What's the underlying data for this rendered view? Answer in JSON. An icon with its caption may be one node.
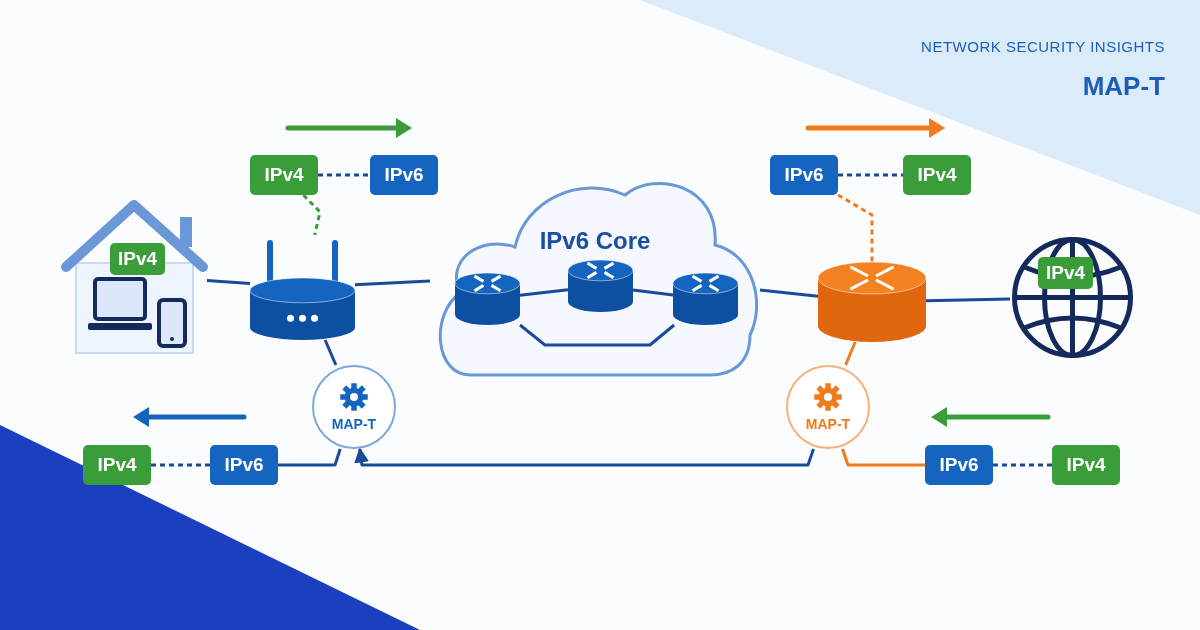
{
  "diagram": {
    "title": "MAP-T",
    "nodes": [
      {
        "text": [
          "IPv4"
        ]
      },
      {
        "text": [],
        "shape": "picture"
      },
      {
        "text": [
          "IPv6 Core"
        ]
      },
      {
        "text": [],
        "shape": "picture",
        "in": 2
      },
      {
        "text": [],
        "shape": "picture",
        "in": 2
      },
      {
        "text": [],
        "shape": "picture",
        "in": 2
      },
      {
        "text": [],
        "shape": "picture"
      },
      {
        "text": [
          "IPv4"
        ]
      },
      {
        "text": [
          "MAP-T"
        ]
      },
      {
        "text": [
          "MAP-T"
        ]
      },
      {
        "text": [
          "IPv4"
        ]
      },
      {
        "text": [
          "IPv6"
        ]
      },
      {
        "text": [
          "IPv6"
        ]
      },
      {
        "text": [
          "IPv4"
        ]
      },
      {
        "text": [
          "IPv4"
        ]
      },
      {
        "text": [
          "IPv6"
        ]
      },
      {
        "text": [
          "IPv6"
        ]
      },
      {
        "text": [
          "IPv4"
        ]
      }
    ],
    "edges": [
      {
        "from": 0,
        "to": 1,
        "arrow": "none"
      },
      {
        "from": 1,
        "to": 2,
        "arrow": "none"
      },
      {
        "from": 3,
        "to": 4,
        "arrow": "none"
      },
      {
        "from": 4,
        "to": 5,
        "arrow": "none"
      },
      {
        "from": 3,
        "to": 5,
        "arrow": "none"
      },
      {
        "from": 2,
        "to": 6,
        "arrow": "none"
      },
      {
        "from": 6,
        "to": 7,
        "arrow": "none"
      },
      {
        "from": 1,
        "to": 8,
        "arrow": "none"
      },
      {
        "from": 6,
        "to": 9,
        "arrow": "none",
        "color": "#f07b1c"
      },
      {
        "from": 10,
        "to": 1,
        "arrow": "none",
        "style": "dashed",
        "color": "#3a9d3a"
      },
      {
        "from": 12,
        "to": 6,
        "arrow": "none",
        "style": "dashed",
        "color": "#f07b1c"
      },
      {
        "from": 10,
        "to": 11,
        "arrow": "none",
        "style": "dashed"
      },
      {
        "from": 12,
        "to": 13,
        "arrow": "none",
        "style": "dashed"
      },
      {
        "from": 14,
        "to": 15,
        "arrow": "none",
        "style": "dashed"
      },
      {
        "from": 16,
        "to": 17,
        "arrow": "none",
        "style": "dashed"
      },
      {
        "from": 15,
        "to": 8,
        "arrow": "none"
      },
      {
        "from": 9,
        "to": 8,
        "arrow": "to"
      },
      {
        "from": 9,
        "to": 16,
        "arrow": "none",
        "color": "#f07b1c"
      }
    ],
    "labels": [
      "NETWORK SECURITY INSIGHTS"
    ]
  }
}
